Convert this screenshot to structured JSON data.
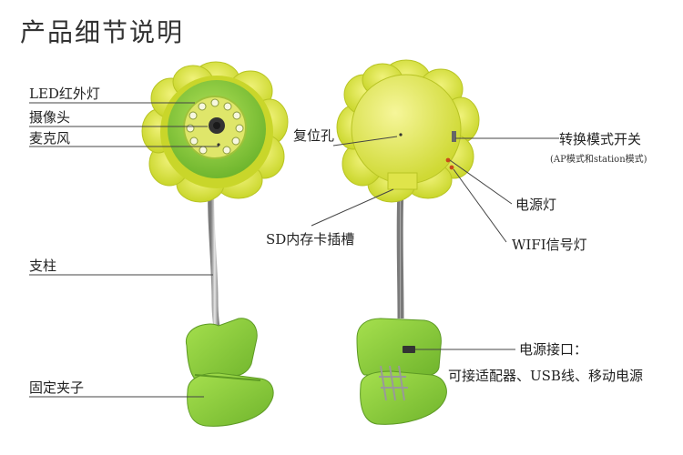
{
  "title": "产品细节说明",
  "labels": {
    "led": "LED红外灯",
    "camera": "摄像头",
    "mic": "麦克风",
    "stand": "支柱",
    "clip": "固定夹子",
    "reset": "复位孔",
    "sd_slot": "SD内存卡插槽",
    "mode_switch": "转换模式开关",
    "mode_switch_note": "(AP模式和station模式)",
    "power_led": "电源灯",
    "wifi_led": "WIFI信号灯",
    "power_port": "电源接口：",
    "power_port_note": "可接适配器、USB线、移动电源"
  },
  "colors": {
    "petal": "#d6e23a",
    "face": "#8fcf3c",
    "clip": "#8ed43c",
    "back": "#e6ec52"
  }
}
